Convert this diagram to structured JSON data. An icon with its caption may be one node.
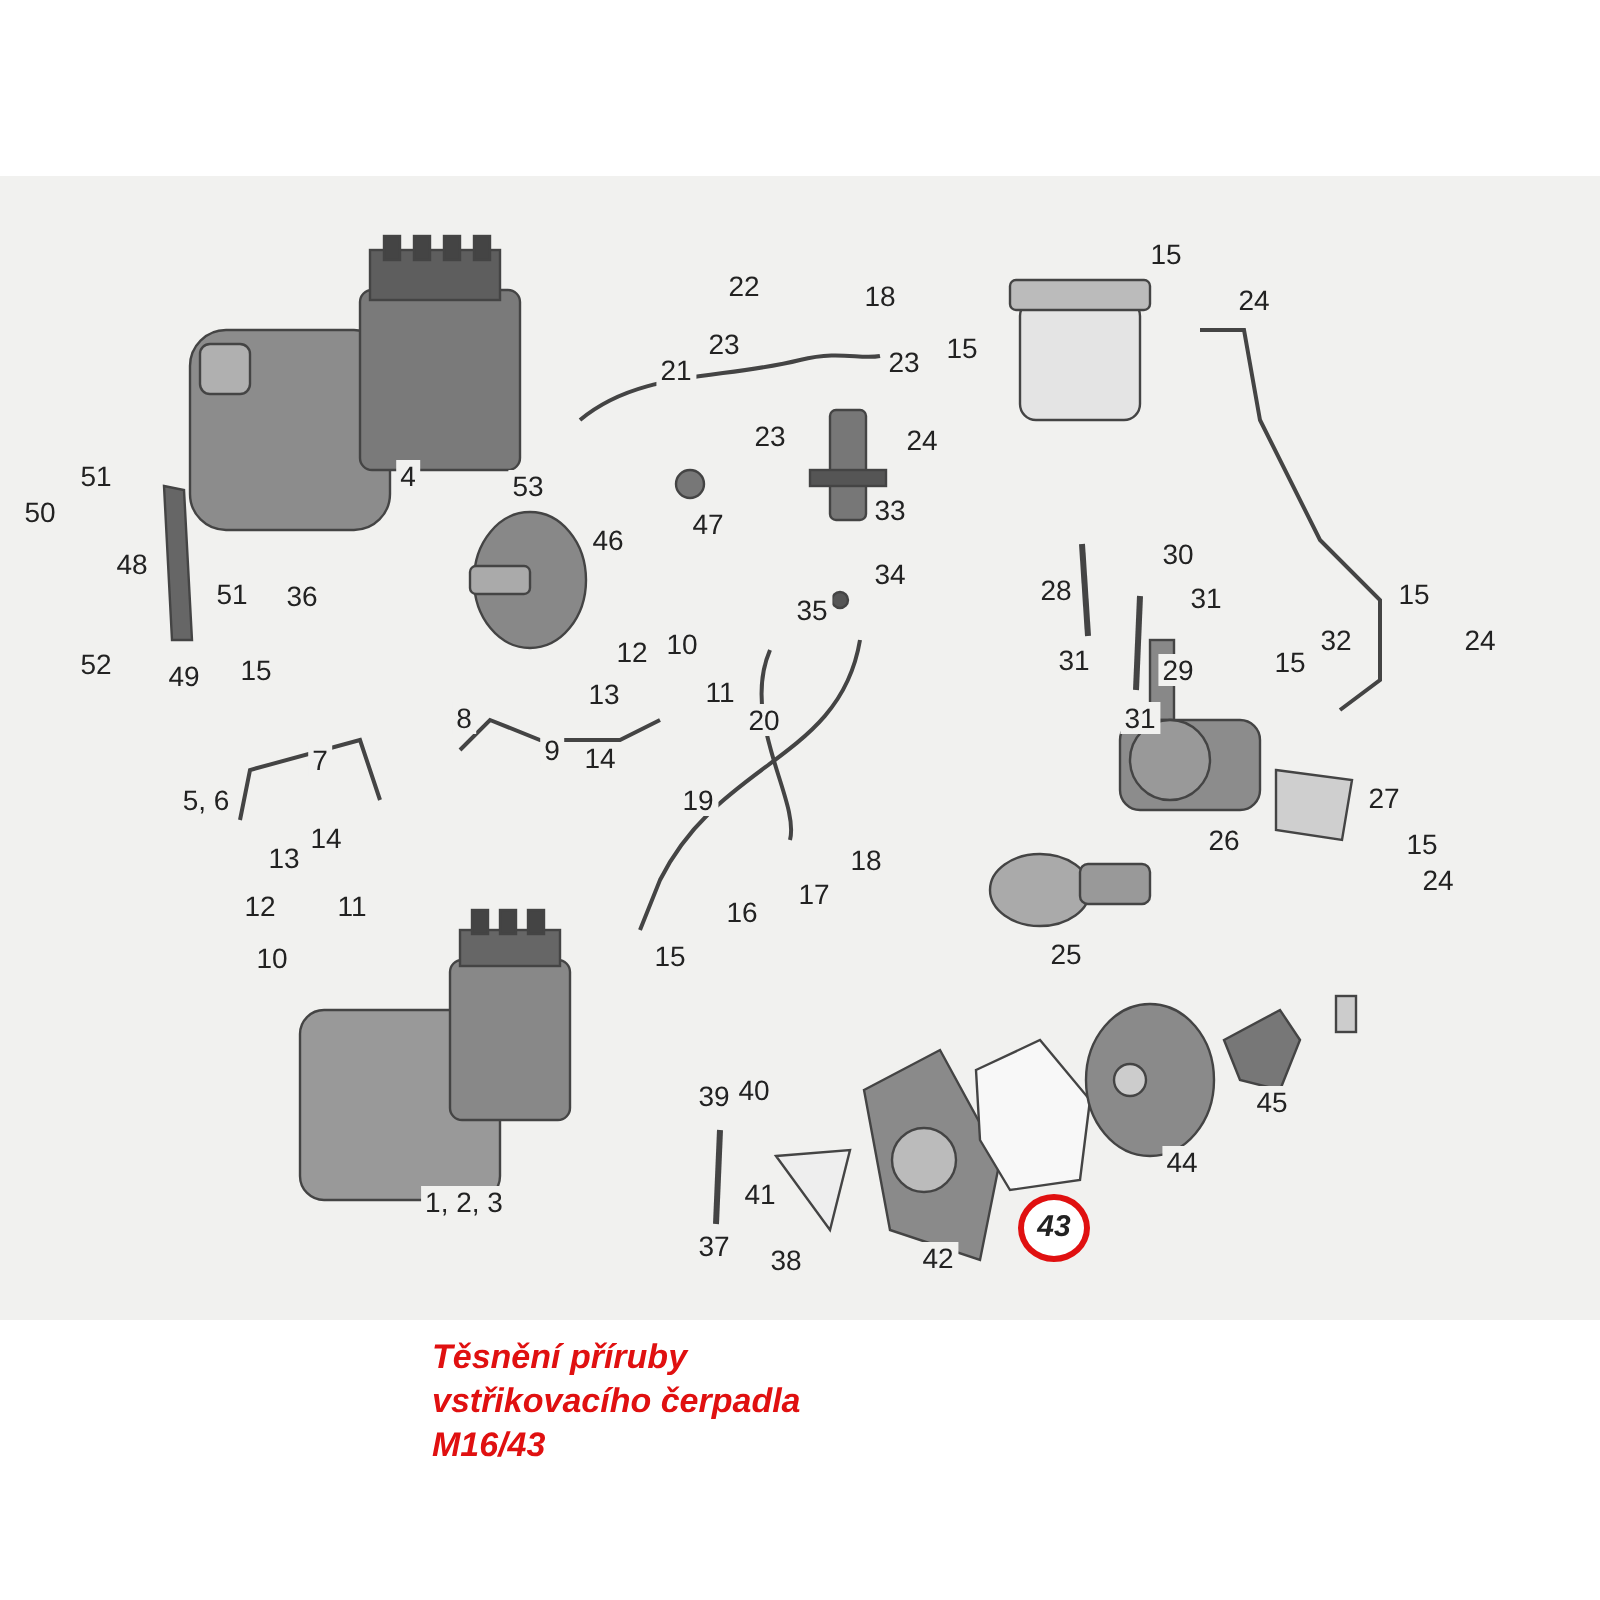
{
  "diagram": {
    "caption": "Těsnění příruby vstřikovacího čerpadla M16/43",
    "labels": [
      "22",
      "18",
      "15",
      "24",
      "23",
      "23",
      "15",
      "21",
      "23",
      "24",
      "51",
      "4",
      "50",
      "53",
      "46",
      "47",
      "33",
      "48",
      "30",
      "28",
      "34",
      "51",
      "36",
      "31",
      "15",
      "35",
      "12",
      "10",
      "52",
      "49",
      "15",
      "31",
      "29",
      "15",
      "32",
      "24",
      "13",
      "11",
      "8",
      "20",
      "31",
      "7",
      "9",
      "14",
      "5, 6",
      "19",
      "27",
      "14",
      "26",
      "15",
      "13",
      "18",
      "24",
      "12",
      "11",
      "16",
      "17",
      "10",
      "15",
      "25",
      "39",
      "40",
      "45",
      "44",
      "1, 2, 3",
      "41",
      "43",
      "42",
      "37",
      "38"
    ]
  }
}
